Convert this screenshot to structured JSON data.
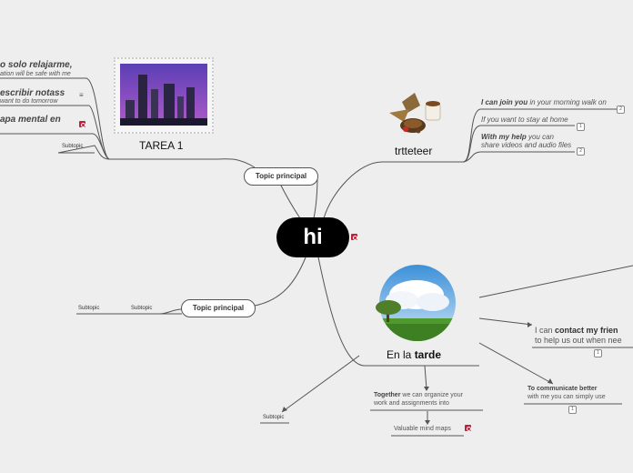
{
  "central": {
    "label": "hi"
  },
  "topics": {
    "tarea": "TAREA 1",
    "trtteteer": "trtteteer",
    "tarde_prefix": "En la ",
    "tarde_bold": "tarde",
    "topic_principal_top": "Topic principal",
    "topic_principal_left": "Topic principal"
  },
  "left_branch": {
    "item1_title": "o solo relajarme,",
    "item1_sub": "ation will be safe with me",
    "item2_title": "escribir notass",
    "item2_sub": "want to do tomorrow",
    "item3_title": "apa mental en",
    "subtopic": "Subtopic"
  },
  "left_lower": {
    "subtopic_a": "Subtopic",
    "subtopic_b": "Subtopic"
  },
  "trt_branch": {
    "join_bold": "I can join you",
    "join_rest": " in your morning walk on",
    "join_badge": "2",
    "stay": "If you want to stay at home",
    "stay_badge": "1",
    "help_bold": "With my help",
    "help_rest": " you can",
    "help_line2": "share videos and audio files",
    "help_badge": "2"
  },
  "tarde_branch": {
    "contact_prefix": "I can ",
    "contact_bold": "contact my frien",
    "contact_line2": "to help us out when nee",
    "contact_badge": "1",
    "communicate_bold": "To communicate better",
    "communicate_line2": "with me you can simply use",
    "communicate_badge": "1",
    "together_bold": "Together",
    "together_rest": " we can organize your",
    "together_line2": "work and assignments into",
    "valuable": "Valuable mind maps",
    "subtopic": "Subtopic"
  },
  "colors": {
    "background": "#eeeeee",
    "central": "#000000",
    "line": "#555555",
    "mindmap_icon": "#c0213a"
  },
  "icons": [
    "mindmap-icon",
    "notes-icon",
    "city-photo",
    "coffee-photo",
    "tree-photo"
  ]
}
